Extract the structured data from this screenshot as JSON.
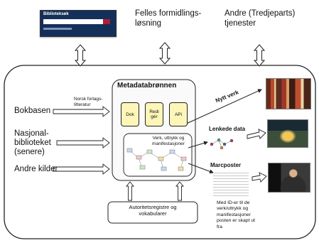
{
  "top": {
    "bibliotek_window": {
      "title": "Biblioteksøk",
      "accent": "#b21e35",
      "bg": "#14305a"
    },
    "felles_label": "Felles formidlings-\nløsning",
    "andre_label": "Andre (Tredjeparts)\ntjenester"
  },
  "main": {
    "title": "Metadatabrønnen",
    "tools": [
      "Dok",
      "Redi\ngér",
      "APi"
    ],
    "inner_label": "Verk, uttrykk og\nmanifestasjoner",
    "authority_label": "Autoritetsregistre og\nvokabularer"
  },
  "sources": {
    "bokbasen": "Bokbasen",
    "norsk_note": "Norsk forlags-\nlitteratur",
    "nasjonal": "Nasjonal-\nbiblioteket\n(senere)",
    "andre_kilder": "Andre kilder"
  },
  "outputs": {
    "nytt_verk": "Nytt verk",
    "lenkede_data": "Lenkede data",
    "marcposter": "Marcposter",
    "med_id_note": "Med ID-er til de\nverk/uttrykk og\nmanifestasjoner\nposten er skapt ut\nfra"
  },
  "colors": {
    "tool_fill": "#fdf6b8",
    "line": "#222222"
  }
}
